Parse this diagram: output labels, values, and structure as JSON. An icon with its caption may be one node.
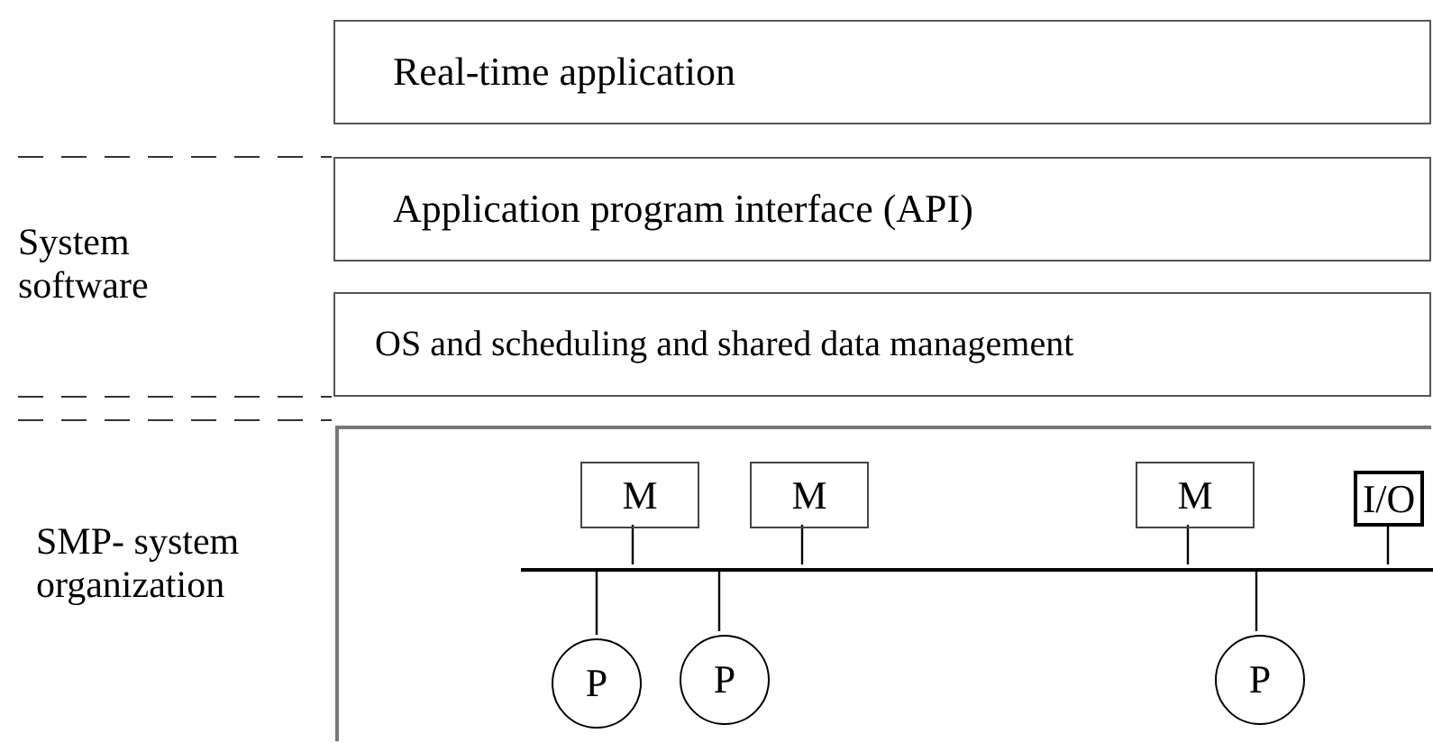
{
  "diagram": {
    "nodes": [
      {
        "text": [
          "Real-time application"
        ]
      },
      {
        "text": [
          "Application program interface (API)"
        ]
      },
      {
        "text": [
          "OS and scheduling and shared data management"
        ]
      },
      {
        "text": [],
        "shape": "box"
      },
      {
        "text": [
          "M"
        ],
        "in": 3
      },
      {
        "text": [
          "M"
        ],
        "in": 3
      },
      {
        "text": [
          "M"
        ],
        "in": 3
      },
      {
        "text": [
          "I/O"
        ],
        "in": 3
      },
      {
        "text": [],
        "shape": "bar",
        "in": 3
      },
      {
        "text": [
          "P"
        ],
        "in": 3
      },
      {
        "text": [
          "P"
        ],
        "in": 3
      },
      {
        "text": [
          "P"
        ],
        "in": 3
      }
    ],
    "edges": [
      {
        "from": 4,
        "to": 8,
        "arrow": "none"
      },
      {
        "from": 5,
        "to": 8,
        "arrow": "none"
      },
      {
        "from": 6,
        "to": 8,
        "arrow": "none"
      },
      {
        "from": 7,
        "to": 8,
        "arrow": "none"
      },
      {
        "from": 8,
        "to": 9,
        "arrow": "none"
      },
      {
        "from": 8,
        "to": 10,
        "arrow": "none"
      },
      {
        "from": 8,
        "to": 11,
        "arrow": "none"
      }
    ],
    "labels": [
      "System software",
      "SMP- system organization"
    ]
  }
}
